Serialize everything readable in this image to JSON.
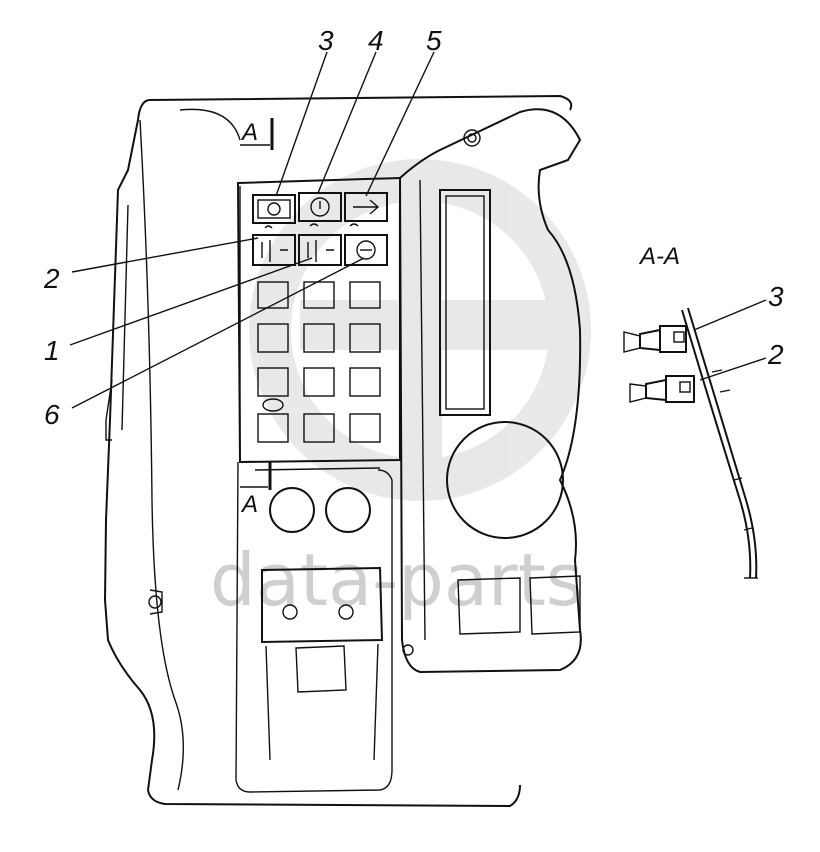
{
  "callouts": {
    "c1": "1",
    "c2": "2",
    "c3": "3",
    "c4": "4",
    "c5": "5",
    "c6": "6"
  },
  "section": {
    "mark_top": "A",
    "mark_bottom": "A",
    "view_title": "A-A",
    "detail_c3": "3",
    "detail_c2": "2"
  },
  "watermark": {
    "text": "data-parts"
  }
}
